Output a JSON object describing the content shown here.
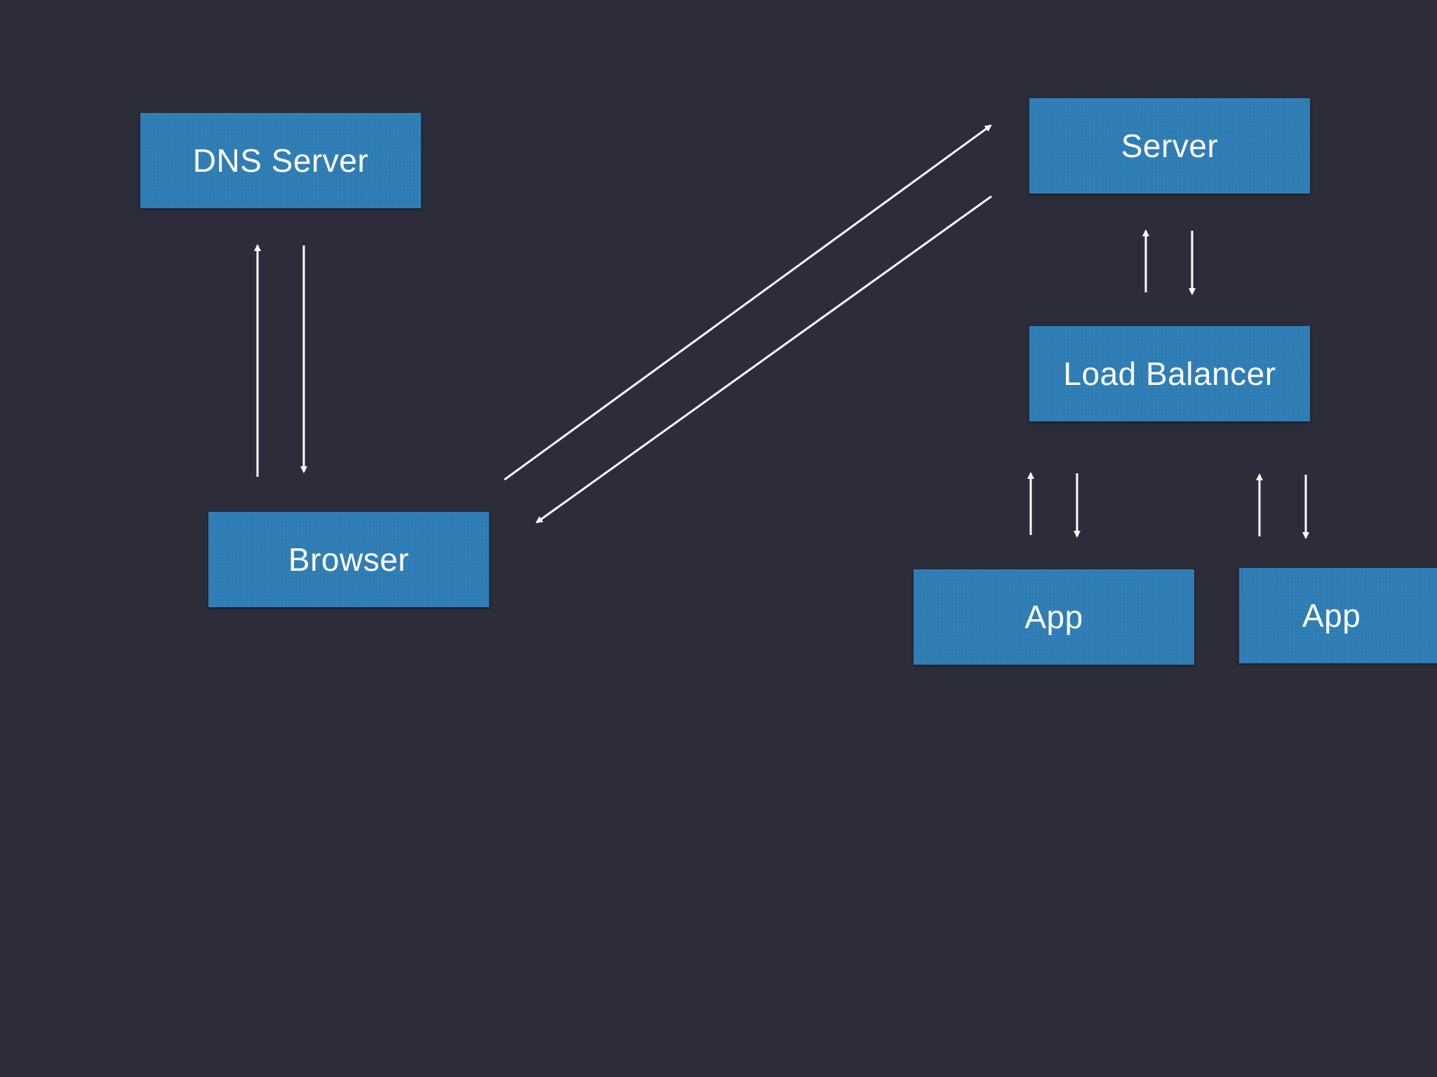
{
  "diagram": {
    "background_color": "#2c2c3a",
    "node_color": "#2f7db5",
    "arrow_color": "#ffffff",
    "nodes": {
      "dns_server": {
        "label": "DNS Server"
      },
      "browser": {
        "label": "Browser"
      },
      "server": {
        "label": "Server"
      },
      "load_balancer": {
        "label": "Load Balancer"
      },
      "app_1": {
        "label": "App"
      },
      "app_2": {
        "label": "App"
      }
    }
  }
}
